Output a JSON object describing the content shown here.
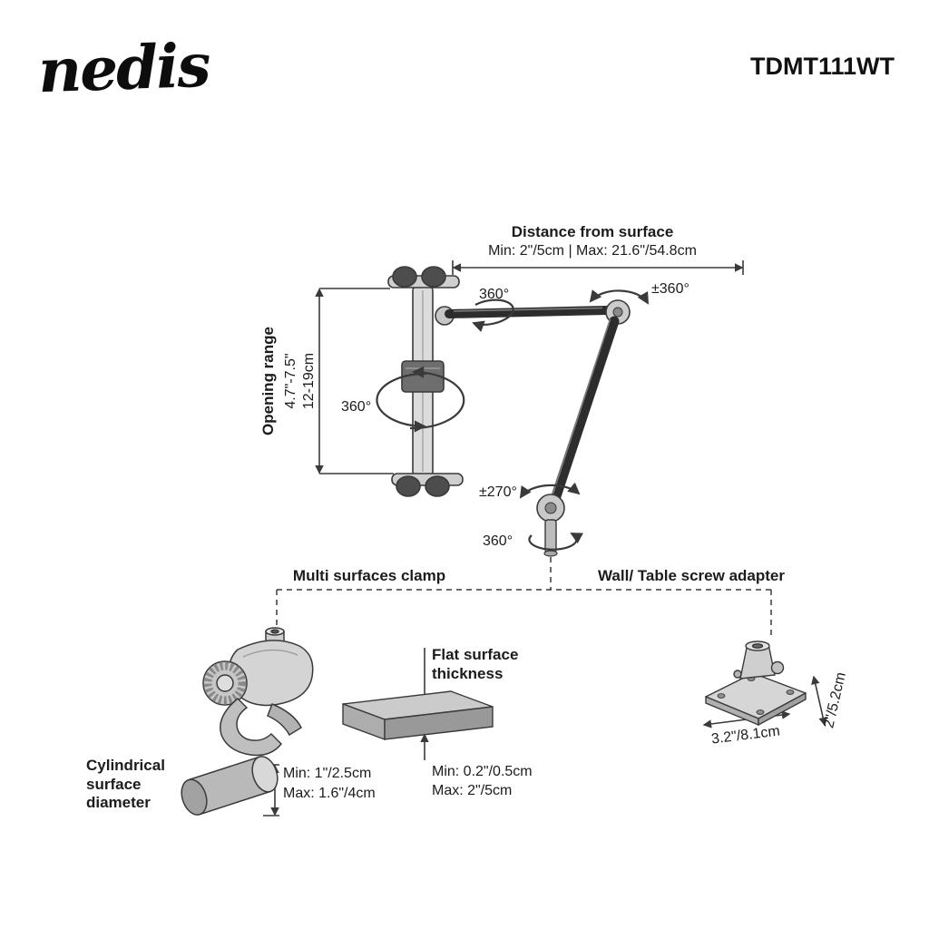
{
  "brand": "nedis",
  "product_code": "TDMT111WT",
  "distance": {
    "title": "Distance from surface",
    "range": "Min: 2\"/5cm | Max: 21.6\"/54.8cm"
  },
  "rotation": {
    "top": "360°",
    "elbow": "±360°",
    "holder": "360°",
    "lower_joint": "±270°",
    "base": "360°"
  },
  "opening_range": {
    "label": "Opening range",
    "inches": "4.7\"-7.5\"",
    "cm": "12-19cm"
  },
  "mount_options": {
    "clamp_label": "Multi surfaces clamp",
    "adapter_label": "Wall/ Table screw adapter"
  },
  "flat_surface": {
    "title": "Flat surface\nthickness",
    "min": "Min: 0.2\"/0.5cm",
    "max": "Max: 2\"/5cm"
  },
  "cylindrical_surface": {
    "label": "Cylindrical\nsurface\ndiameter",
    "min": "Min: 1\"/2.5cm",
    "max": "Max: 1.6\"/4cm"
  },
  "adapter_dimensions": {
    "width": "3.2\"/8.1cm",
    "depth": "2\"/5.2cm"
  }
}
